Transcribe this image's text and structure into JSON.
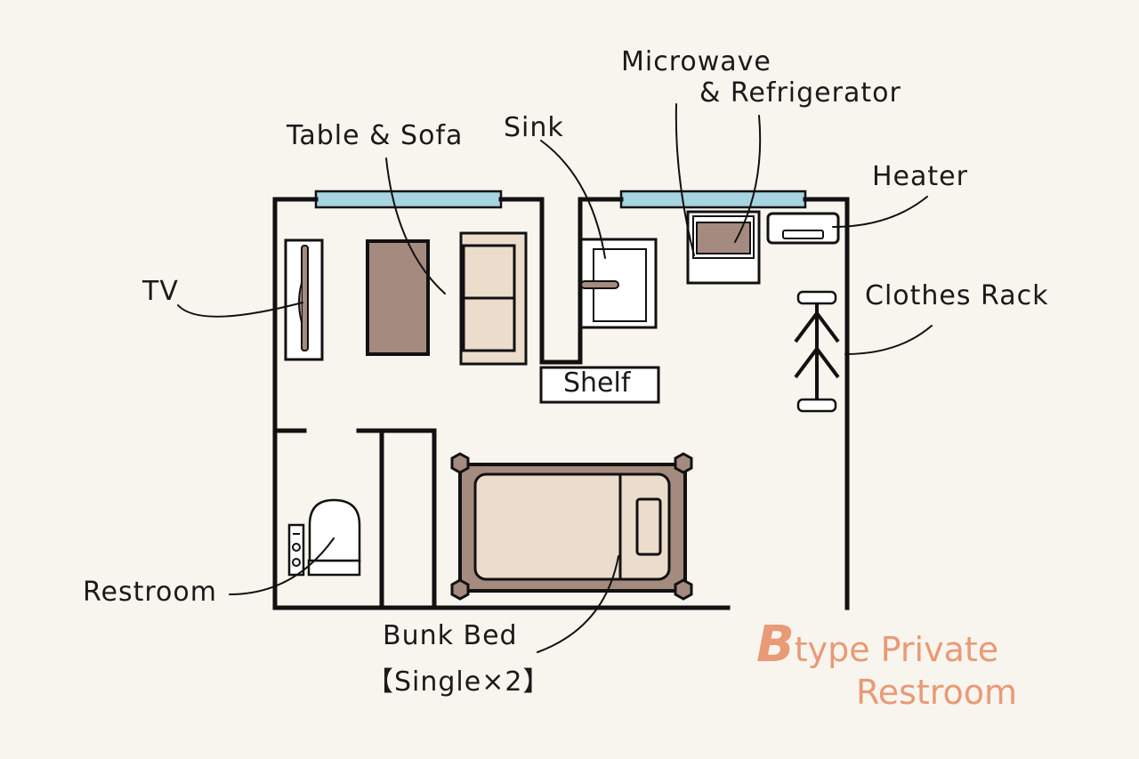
{
  "labels": {
    "table_sofa": "Table & Sofa",
    "sink": "Sink",
    "microwave": "Microwave",
    "refrigerator": "& Refrigerator",
    "heater": "Heater",
    "tv": "TV",
    "clothes_rack": "Clothes Rack",
    "shelf": "Shelf",
    "restroom": "Restroom",
    "bunk_bed": "Bunk Bed",
    "bunk_bed_detail": "【Single×2】"
  },
  "title": {
    "initial": "B",
    "line1_rest": "type Private",
    "line2": "Restroom"
  },
  "colors": {
    "background": "#f8f5ee",
    "wall": "#111111",
    "window": "#a6d4e0",
    "furniture_dark": "#a58a7f",
    "furniture_light": "#ecdccb",
    "title": "#e99a76"
  }
}
